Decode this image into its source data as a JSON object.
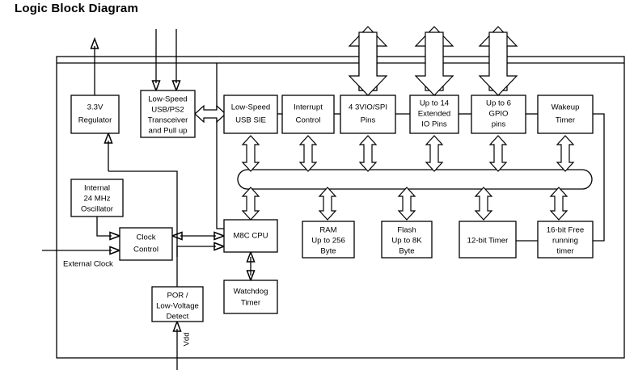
{
  "page": {
    "title": "Logic Block Diagram",
    "background_color": "#ffffff",
    "line_color": "#000000",
    "box_fill_color": "#ffffff"
  },
  "diagram": {
    "type": "block-diagram",
    "chip_frame": {
      "label": ""
    },
    "blocks": [
      {
        "id": "regulator",
        "label_lines": [
          "3.3V",
          "Regulator"
        ]
      },
      {
        "id": "oscillator",
        "label_lines": [
          "Internal",
          "24 MHz",
          "Oscillator"
        ]
      },
      {
        "id": "clock-control",
        "label_lines": [
          "Clock",
          "Control"
        ]
      },
      {
        "id": "por",
        "label_lines": [
          "POR /",
          "Low-Voltage",
          "Detect"
        ]
      },
      {
        "id": "transceiver",
        "label_lines": [
          "Low-Speed",
          "USB/PS2",
          "Transceiver",
          "and Pull up"
        ]
      },
      {
        "id": "usb-sie",
        "label_lines": [
          "Low-Speed",
          "USB SIE"
        ]
      },
      {
        "id": "interrupt",
        "label_lines": [
          "Interrupt",
          "Control"
        ]
      },
      {
        "id": "spi-pins",
        "label_lines": [
          "4 3VIO/SPI",
          "Pins"
        ]
      },
      {
        "id": "extended-io",
        "label_lines": [
          "Up to 14",
          "Extended",
          "IO Pins"
        ]
      },
      {
        "id": "gpio-pins",
        "label_lines": [
          "Up to 6",
          "GPIO",
          "pins"
        ]
      },
      {
        "id": "wakeup-timer",
        "label_lines": [
          "Wakeup",
          "Timer"
        ]
      },
      {
        "id": "m8c-cpu",
        "label_lines": [
          "M8C CPU"
        ]
      },
      {
        "id": "watchdog",
        "label_lines": [
          "Watchdog",
          "Timer"
        ]
      },
      {
        "id": "ram",
        "label_lines": [
          "RAM",
          "Up to 256",
          "Byte"
        ]
      },
      {
        "id": "flash",
        "label_lines": [
          "Flash",
          "Up to 8K",
          "Byte"
        ]
      },
      {
        "id": "timer-12",
        "label_lines": [
          "12-bit Timer"
        ]
      },
      {
        "id": "timer-16",
        "label_lines": [
          "16-bit Free",
          "running",
          "timer"
        ]
      }
    ],
    "free_labels": [
      {
        "id": "external-clock",
        "text": "External Clock"
      },
      {
        "id": "vdd",
        "text": "Vdd"
      }
    ]
  }
}
